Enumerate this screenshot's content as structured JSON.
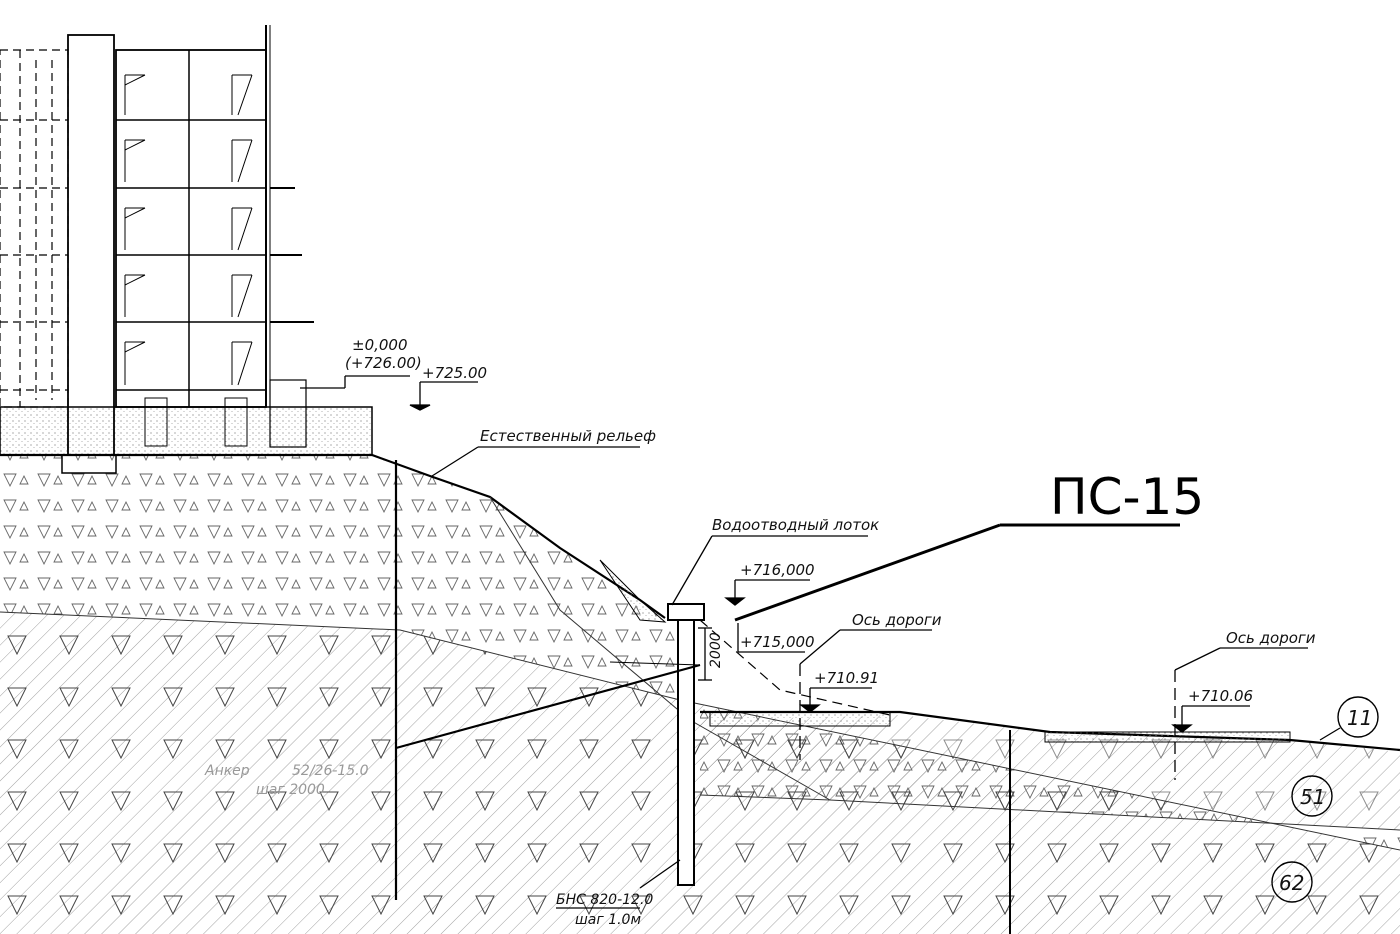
{
  "labels": {
    "zero_level": "±0,000",
    "zero_abs": "(+726.00)",
    "ground_top": "+725.00",
    "natural_relief": "Естественный рельеф",
    "wall_name": "ПС-15",
    "drain_tray": "Водоотводный лоток",
    "mark_716": "+716,000",
    "mark_715": "+715,000",
    "road_axis_1": "Ось дороги",
    "mark_710_91": "+710.91",
    "road_axis_2": "Ось дороги",
    "mark_710_06": "+710.06",
    "dim_2000": "2000",
    "anchor_1": "Анкер",
    "anchor_2": "52/26-15.0",
    "anchor_step": "шаг 2000",
    "pile_type": "БНС 820-12.0",
    "pile_step": "шаг 1.0м",
    "layer_11": "11",
    "layer_51": "51",
    "layer_62": "62"
  },
  "colors": {
    "line": "#000000",
    "hatch": "#777777",
    "faint": "#b0b0b0"
  }
}
